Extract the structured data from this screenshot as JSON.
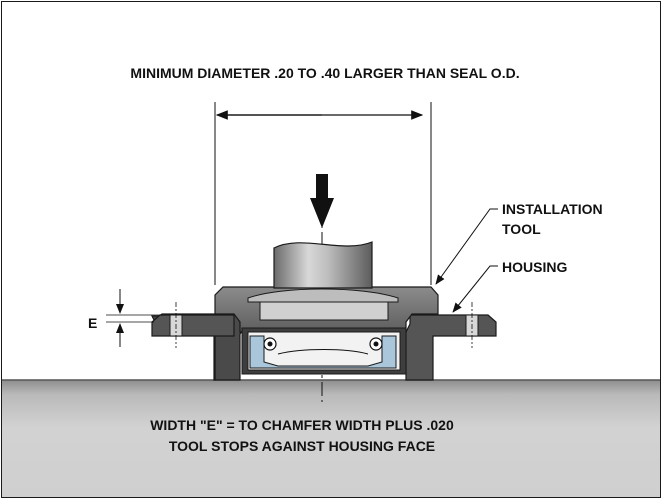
{
  "diagram": {
    "heading": "MINIMUM DIAMETER .20 TO .40 LARGER THAN SEAL O.D.",
    "callouts": {
      "installation_tool_line1": "INSTALLATION",
      "installation_tool_line2": "TOOL",
      "housing": "HOUSING",
      "dimension_e": "E"
    },
    "footer": {
      "line1": "WIDTH \"E\" = TO CHAMFER WIDTH PLUS .020",
      "line2": "TOOL STOPS AGAINST HOUSING FACE"
    }
  }
}
